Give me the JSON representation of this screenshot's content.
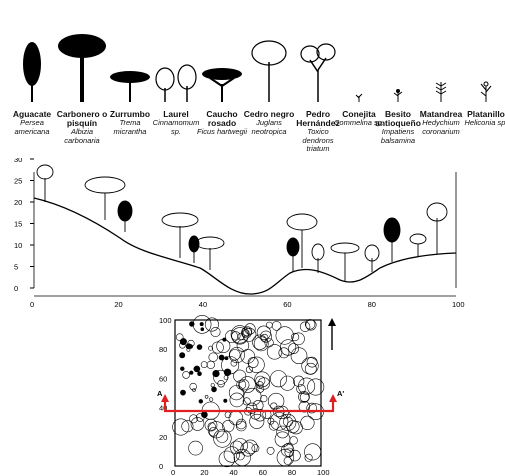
{
  "legend": [
    {
      "common": "Aguacate",
      "sci": "Persea americana",
      "icon": "broadleaf-tree-icon"
    },
    {
      "common": "Carbonero o pisquín",
      "sci": "Albizia carbonaria",
      "icon": "umbrella-tree-icon"
    },
    {
      "common": "Zurrumbo",
      "sci": "Trema micrantha",
      "icon": "flat-crown-tree-icon"
    },
    {
      "common": "Laurel",
      "sci": "Cinnamomum sp.",
      "icon": "twin-trees-icon"
    },
    {
      "common": "Caucho rosado",
      "sci": "Ficus hartwegii",
      "icon": "spreading-tree-icon"
    },
    {
      "common": "Cedro negro",
      "sci": "Juglans neotropica",
      "icon": "tall-crown-tree-icon"
    },
    {
      "common": "Pedro Hernández",
      "sci": "Toxico dendrons triatum",
      "icon": "double-crown-tree-icon"
    },
    {
      "common": "Conejita",
      "sci": "Commelina sp.",
      "icon": "tiny-herb-icon"
    },
    {
      "common": "Besito antioqueño",
      "sci": "Impatiens balsamina",
      "icon": "small-herb-icon"
    },
    {
      "common": "Matandrea",
      "sci": "Hedychium coronarium",
      "icon": "fern-icon"
    },
    {
      "common": "Platanillo",
      "sci": "Heliconia sp.",
      "icon": "heliconia-icon"
    }
  ],
  "profile": {
    "y_ticks": [
      "0",
      "5",
      "10",
      "15",
      "20",
      "25",
      "30"
    ],
    "x_ticks": [
      "0",
      "20",
      "40",
      "60",
      "80",
      "100"
    ]
  },
  "plan": {
    "y_ticks": [
      "100",
      "80",
      "60",
      "40",
      "20",
      "0"
    ],
    "x_ticks": [
      "0",
      "20",
      "40",
      "60",
      "80",
      "100"
    ],
    "transect_start": "A",
    "transect_end": "A'"
  }
}
